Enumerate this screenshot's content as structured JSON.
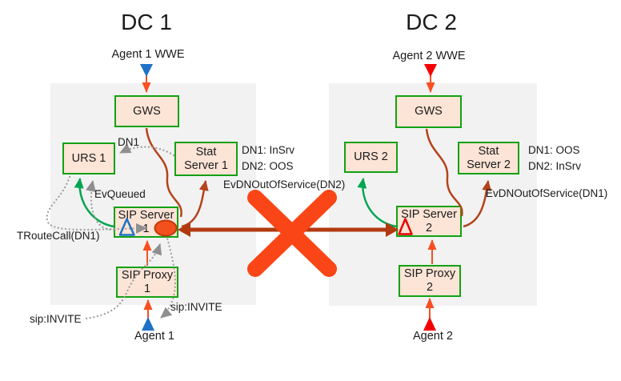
{
  "colors": {
    "panel_bg": "#f2f2f2",
    "box_fill": "#fce4d6",
    "box_border": "#12A212",
    "orange_arrow": "#F94E22",
    "brick_arrow": "#B5431B",
    "green_arrow": "#00A651",
    "gray_dotted": "#9C9C9C",
    "link_arrow": "#B23A10",
    "broken_x": "#FA4616",
    "agent_blue": "#2071C7",
    "agent_red": "#F40000",
    "dn_red_outline": "#E80000",
    "oval_fill": "#F4501E",
    "oval_stroke": "#BF3A0E"
  },
  "dc1": {
    "title": "DC 1",
    "agent_wwe": "Agent 1 WWE",
    "agent": "Agent 1",
    "gws": "GWS",
    "urs": "URS 1",
    "stat_server": [
      "Stat",
      "Server 1"
    ],
    "sip_server": [
      "SIP Server",
      "1"
    ],
    "sip_proxy": "SIP Proxy 1",
    "dn1_label": "DN1",
    "dn_status_line1": "DN1: InSrv",
    "dn_status_line2": "DN2: OOS",
    "ev_dn_out": "EvDNOutOfService(DN2)",
    "ev_queued": "EvQueued",
    "t_route_call": "TRouteCall(DN1)",
    "sip_invite_left": "sip:INVITE",
    "sip_invite_right": "sip:INVITE"
  },
  "dc2": {
    "title": "DC 2",
    "agent_wwe": "Agent 2 WWE",
    "agent": "Agent 2",
    "gws": "GWS",
    "urs": "URS 2",
    "stat_server": [
      "Stat",
      "Server 2"
    ],
    "sip_server": [
      "SIP Server",
      "2"
    ],
    "sip_proxy": "SIP Proxy 2",
    "dn_status_line1": "DN1: OOS",
    "dn_status_line2": "DN2: InSrv",
    "ev_dn_out": "EvDNOutOfService(DN1)"
  },
  "icons": {
    "agent1_wwe_marker": {
      "shape": "triangle-down",
      "color": "#2071C7"
    },
    "agent2_wwe_marker": {
      "shape": "triangle-down",
      "color": "#F40000"
    },
    "agent1_marker": {
      "shape": "triangle-up",
      "color": "#2071C7"
    },
    "agent2_marker": {
      "shape": "triangle-up",
      "color": "#F40000"
    },
    "sip_server1_dn_marker": {
      "shape": "triangle-outline",
      "color": "#2071C7"
    },
    "sip_server2_dn_marker": {
      "shape": "triangle-outline",
      "color": "#E80000"
    },
    "active_call_oval": {
      "shape": "ellipse",
      "color": "#F4501E"
    },
    "broken_link_x": {
      "shape": "x-cross",
      "color": "#FA4616"
    }
  }
}
